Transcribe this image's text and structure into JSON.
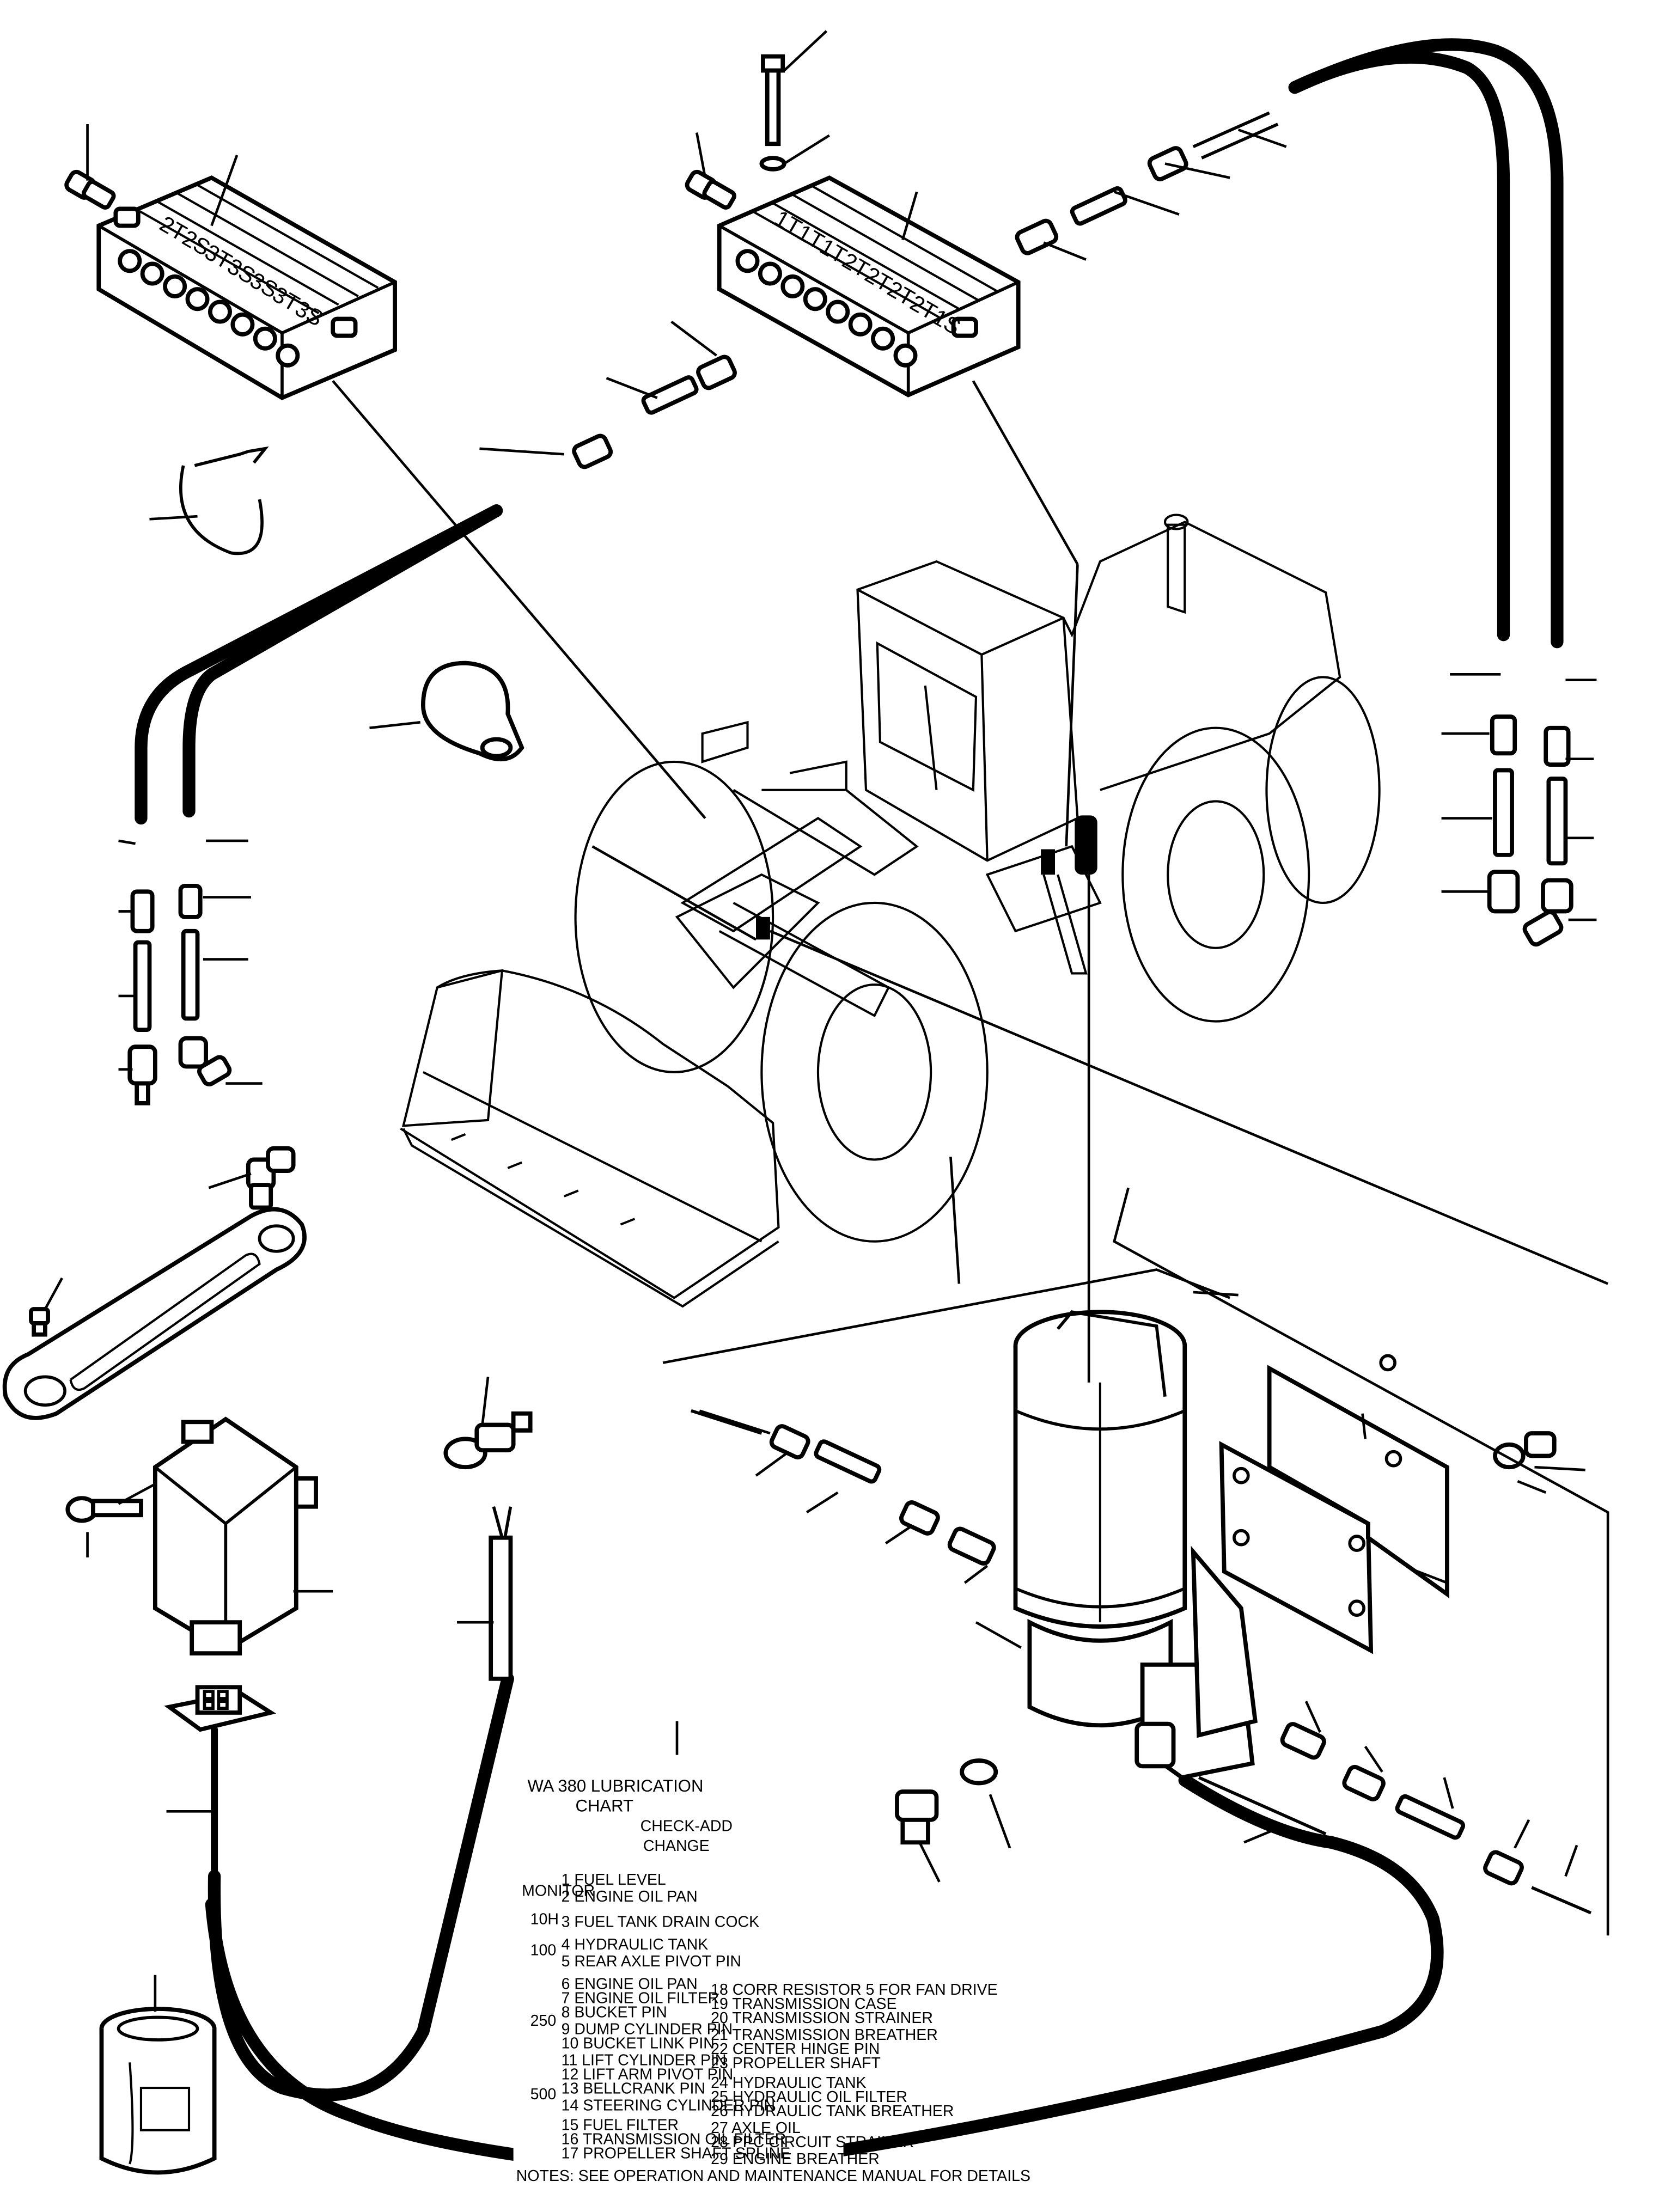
{
  "blocks": {
    "left": [
      "2T",
      "2S",
      "3T",
      "3S",
      "3S",
      "3T",
      "3S"
    ],
    "right": [
      "1T",
      "1T",
      "1T",
      "2T",
      "2T",
      "2T",
      "2T",
      "1S"
    ]
  },
  "chart": {
    "title_line1": "WA 380 LUBRICATION",
    "title_line2": "CHART",
    "check_add": "CHECK-ADD",
    "change": "CHANGE",
    "sections": [
      "MONITOR",
      "10H",
      "100",
      "250",
      "500"
    ],
    "items_left": [
      "1  FUEL LEVEL",
      "2  ENGINE OIL PAN",
      "3  FUEL TANK DRAIN COCK",
      "4  HYDRAULIC TANK",
      "5  REAR AXLE PIVOT PIN",
      "6  ENGINE OIL PAN",
      "7  ENGINE OIL FILTER",
      "8  BUCKET PIN",
      "9  DUMP CYLINDER PIN",
      "10  BUCKET LINK PIN",
      "11  LIFT CYLINDER PIN",
      "12  LIFT ARM PIVOT PIN",
      "13  BELLCRANK PIN",
      "14  STEERING CYLINDER PIN",
      "15  FUEL FILTER",
      "16  TRANSMISSION OIL FILTER",
      "17  PROPELLER SHAFT SPLINE"
    ],
    "items_right": [
      "18  CORR RESISTOR 5 FOR FAN DRIVE",
      "19  TRANSMISSION CASE",
      "20  TRANSMISSION STRAINER",
      "21  TRANSMISSION BREATHER",
      "22  CENTER HINGE PIN",
      "23  PROPELLER SHAFT",
      "24  HYDRAULIC TANK",
      "25  HYDRAULIC OIL FILTER",
      "26  HYDRAULIC TANK BREATHER",
      "27  AXLE OIL",
      "28  PPC CIRCUIT STRAINER",
      "29  ENGINE BREATHER"
    ],
    "notes": "NOTES: SEE OPERATION AND MAINTENANCE MANUAL FOR DETAILS"
  }
}
